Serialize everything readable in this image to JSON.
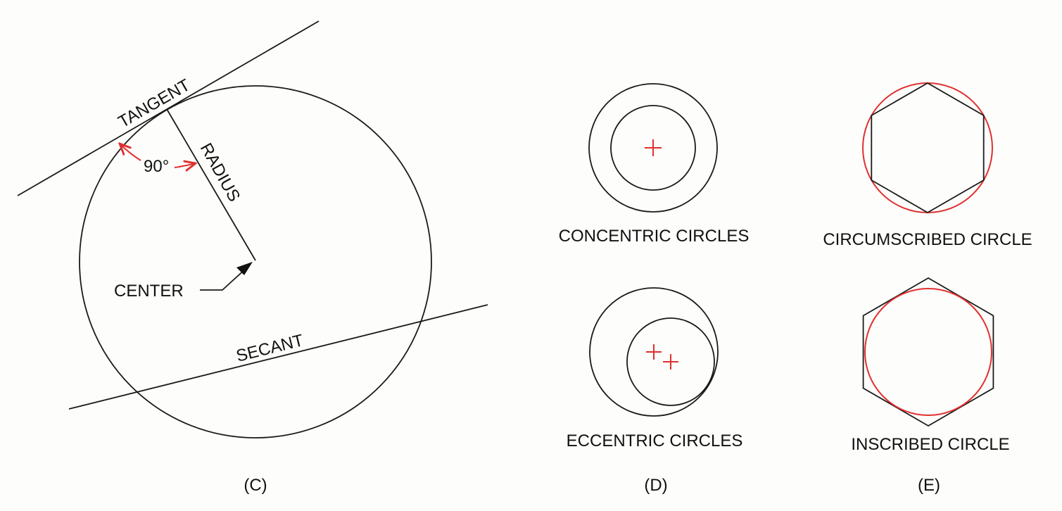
{
  "colors": {
    "line": "#1a1a1a",
    "accent": "#e03030",
    "background": "#fdfdfb"
  },
  "panel_c": {
    "tangent_label": "TANGENT",
    "radius_label": "RADIUS",
    "angle_label": "90°",
    "center_label": "CENTER",
    "secant_label": "SECANT",
    "caption": "(C)"
  },
  "panel_d": {
    "concentric_label": "CONCENTRIC CIRCLES",
    "eccentric_label": "ECCENTRIC CIRCLES",
    "caption": "(D)"
  },
  "panel_e": {
    "circumscribed_label": "CIRCUMSCRIBED CIRCLE",
    "inscribed_label": "INSCRIBED CIRCLE",
    "caption": "(E)"
  }
}
